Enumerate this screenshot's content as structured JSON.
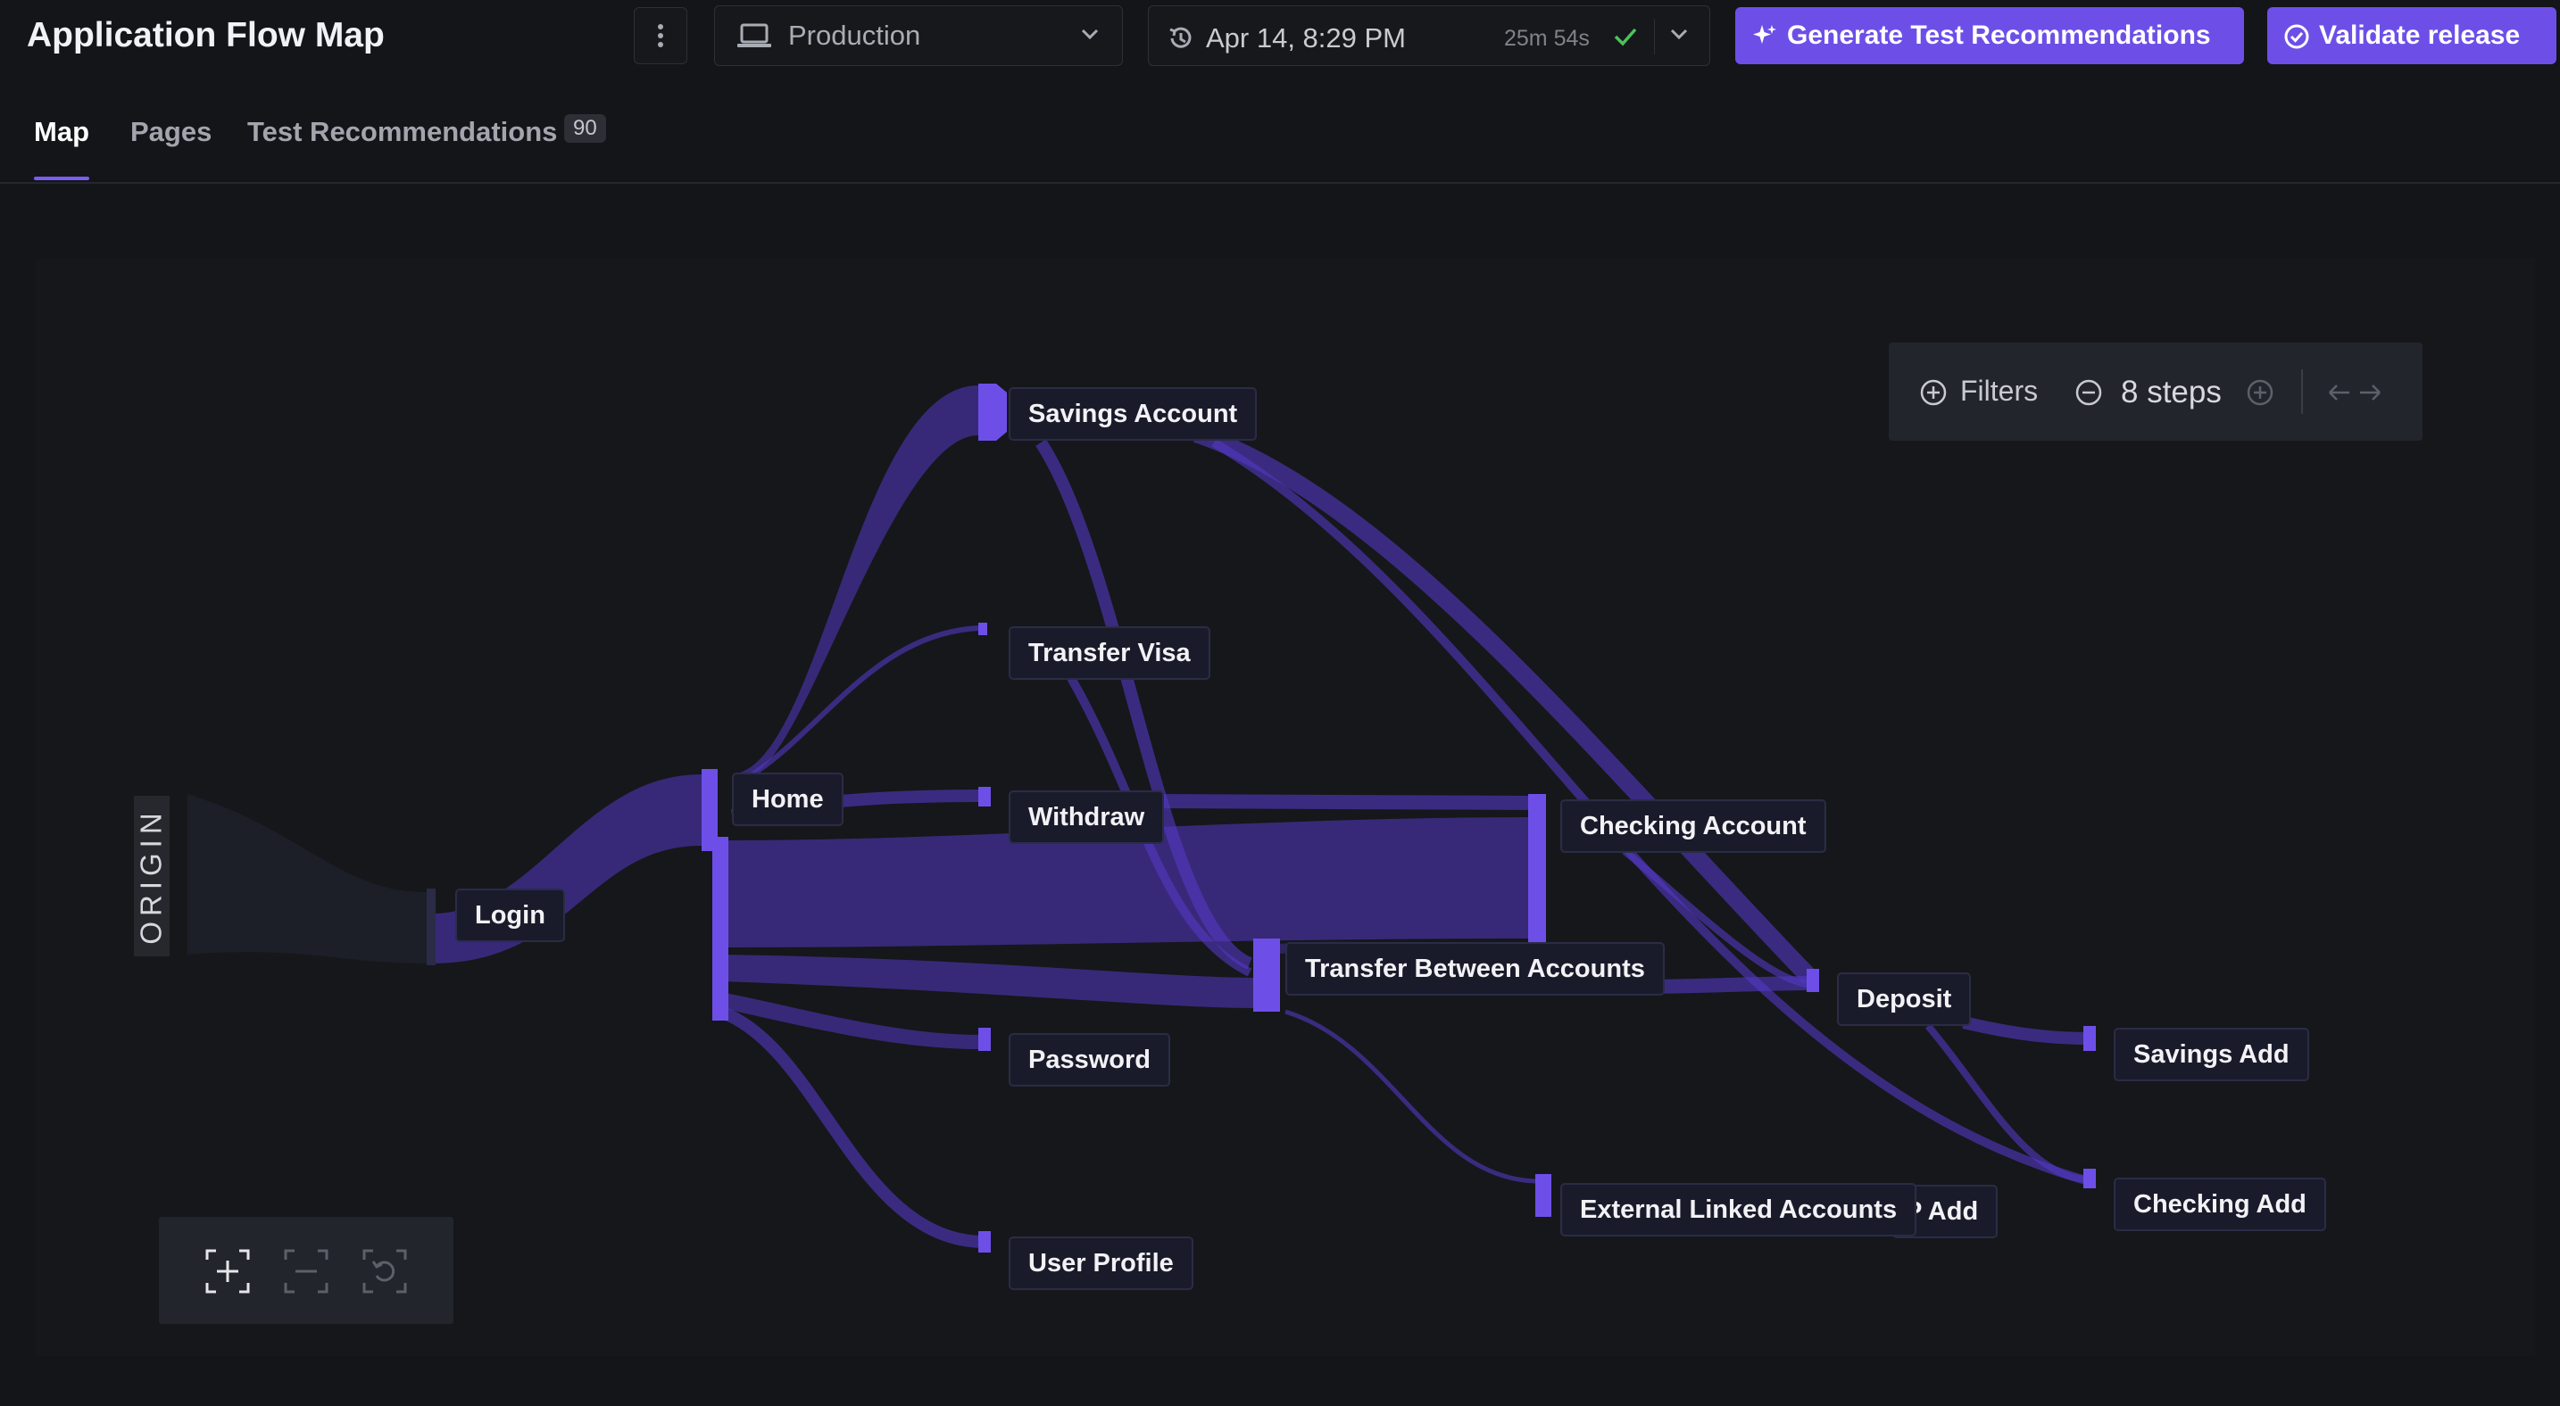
{
  "header": {
    "title": "Application Flow Map",
    "environment": "Production",
    "timestamp": "Apr 14, 8:29 PM",
    "duration": "25m 54s",
    "generate_label": "Generate Test Recommendations",
    "validate_label": "Validate release"
  },
  "tabs": [
    {
      "label": "Map",
      "active": true
    },
    {
      "label": "Pages",
      "active": false
    },
    {
      "label": "Test Recommendations",
      "active": false,
      "badge": "90"
    }
  ],
  "map": {
    "origin_label": "ORIGIN",
    "nodes": {
      "login": "Login",
      "home": "Home",
      "savings_account": "Savings Account",
      "transfer_visa": "Transfer Visa",
      "withdraw": "Withdraw",
      "password": "Password",
      "user_profile": "User Profile",
      "checking_account": "Checking Account",
      "transfer_between_accounts": "Transfer Between Accounts",
      "deposit": "Deposit",
      "external_linked_accounts": "External Linked Accounts",
      "hidden_add_fragment": "P Add",
      "savings_add": "Savings Add",
      "checking_add": "Checking Add"
    },
    "filters": {
      "label": "Filters",
      "steps": "8 steps"
    }
  },
  "colors": {
    "background": "#131518",
    "accent": "#6d4fe8",
    "flow": "#5a3fd0",
    "success": "#4cc35a"
  },
  "icons": {
    "more": "vertical-dots-icon",
    "environment": "laptop-icon",
    "history": "history-icon",
    "status": "check-icon",
    "dropdown": "chevron-down-icon",
    "generate": "sparkle-icon",
    "validate": "check-circle-icon",
    "filters": "plus-circle-icon",
    "decrease_steps": "minus-circle-icon",
    "increase_steps": "plus-circle-icon",
    "direction": "arrow-left-right-icon",
    "zoom_in": "zoom-in-icon",
    "zoom_out": "zoom-out-icon",
    "reset_view": "reset-view-icon"
  }
}
